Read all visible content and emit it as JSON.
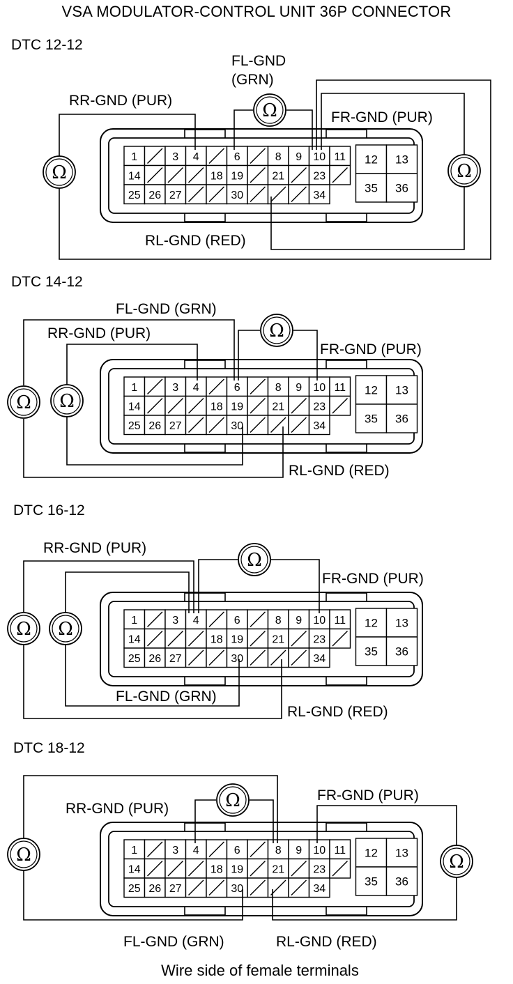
{
  "title": "VSA MODULATOR-CONTROL UNIT 36P CONNECTOR",
  "footer": "Wire side of female terminals",
  "ohm_symbol": "Ω",
  "icon": "ohmmeter-icon",
  "connector": {
    "row1": [
      {
        "label": "1",
        "cavity": true
      },
      {
        "label": "",
        "cavity": false
      },
      {
        "label": "3",
        "cavity": true
      },
      {
        "label": "4",
        "cavity": true
      },
      {
        "label": "",
        "cavity": false
      },
      {
        "label": "6",
        "cavity": true
      },
      {
        "label": "",
        "cavity": false
      },
      {
        "label": "8",
        "cavity": true
      },
      {
        "label": "9",
        "cavity": true
      },
      {
        "label": "10",
        "cavity": true
      },
      {
        "label": "11",
        "cavity": true
      }
    ],
    "row2": [
      {
        "label": "14",
        "cavity": true
      },
      {
        "label": "",
        "cavity": false
      },
      {
        "label": "",
        "cavity": false
      },
      {
        "label": "",
        "cavity": false
      },
      {
        "label": "18",
        "cavity": true
      },
      {
        "label": "19",
        "cavity": true
      },
      {
        "label": "",
        "cavity": false
      },
      {
        "label": "21",
        "cavity": true
      },
      {
        "label": "",
        "cavity": false
      },
      {
        "label": "23",
        "cavity": true
      },
      {
        "label": "",
        "cavity": false
      }
    ],
    "row3": [
      {
        "label": "25",
        "cavity": true
      },
      {
        "label": "26",
        "cavity": true
      },
      {
        "label": "27",
        "cavity": true
      },
      {
        "label": "",
        "cavity": false
      },
      {
        "label": "",
        "cavity": false
      },
      {
        "label": "30",
        "cavity": true
      },
      {
        "label": "",
        "cavity": false
      },
      {
        "label": "",
        "cavity": false
      },
      {
        "label": "",
        "cavity": false
      },
      {
        "label": "34",
        "cavity": true
      }
    ],
    "large": [
      "12",
      "13",
      "35",
      "36"
    ]
  },
  "diagrams": [
    {
      "dtc": "DTC 12-12",
      "labels": {
        "fl": "FL-GND",
        "fl2": "(GRN)",
        "rr": "RR-GND (PUR)",
        "fr": "FR-GND (PUR)",
        "rl": "RL-GND (RED)"
      }
    },
    {
      "dtc": "DTC 14-12",
      "labels": {
        "fl": "FL-GND (GRN)",
        "rr": "RR-GND (PUR)",
        "fr": "FR-GND (PUR)",
        "rl": "RL-GND (RED)"
      }
    },
    {
      "dtc": "DTC 16-12",
      "labels": {
        "rr": "RR-GND (PUR)",
        "fr": "FR-GND (PUR)",
        "fl": "FL-GND (GRN)",
        "rl": "RL-GND (RED)"
      }
    },
    {
      "dtc": "DTC 18-12",
      "labels": {
        "rr": "RR-GND (PUR)",
        "fr": "FR-GND (PUR)",
        "fl": "FL-GND (GRN)",
        "rl": "RL-GND (RED)"
      }
    }
  ]
}
